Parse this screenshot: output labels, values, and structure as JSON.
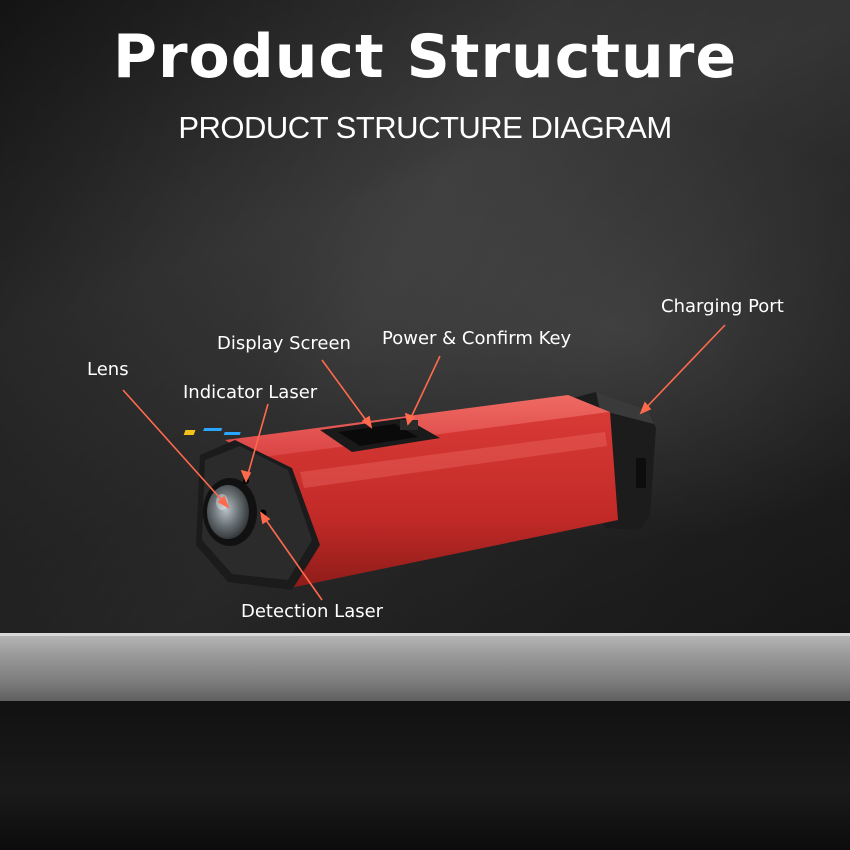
{
  "header": {
    "title": "Product Structure",
    "subtitle": "PRODUCT STRUCTURE DIAGRAM"
  },
  "callouts": [
    {
      "id": "lens",
      "text": "Lens"
    },
    {
      "id": "indicator-laser",
      "text": "Indicator Laser"
    },
    {
      "id": "display-screen",
      "text": "Display Screen"
    },
    {
      "id": "power-confirm-key",
      "text": "Power & Confirm Key"
    },
    {
      "id": "charging-port",
      "text": "Charging Port"
    },
    {
      "id": "detection-laser",
      "text": "Detection Laser"
    }
  ],
  "colors": {
    "body_red": "#d93636",
    "leader_line": "#ff6a4d",
    "cap_black": "#1b1b1b"
  }
}
